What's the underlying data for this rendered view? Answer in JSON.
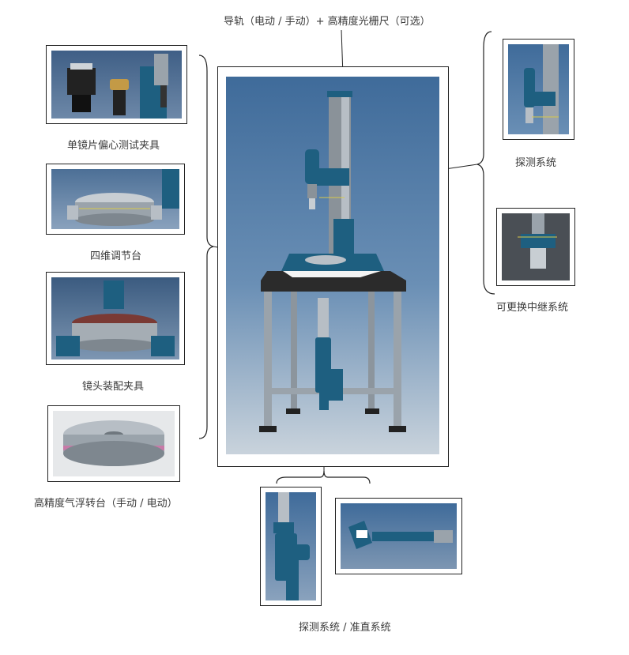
{
  "labels": {
    "top_caption": "导轨（电动 / 手动）+ 高精度光栅尺（可选）",
    "left_1": "单镜片偏心测试夹具",
    "left_2": "四维调节台",
    "left_3": "镜头装配夹具",
    "left_4": "高精度气浮转台（手动 / 电动）",
    "right_1": "探测系统",
    "right_2": "可更换中继系统",
    "bottom": "探测系统 / 准直系统"
  },
  "colors": {
    "machine_blue": "#1e5f80",
    "background_blue": "#3f6b9a",
    "steel": "#9aa3ab",
    "dark_top": "#2b2b2b"
  }
}
